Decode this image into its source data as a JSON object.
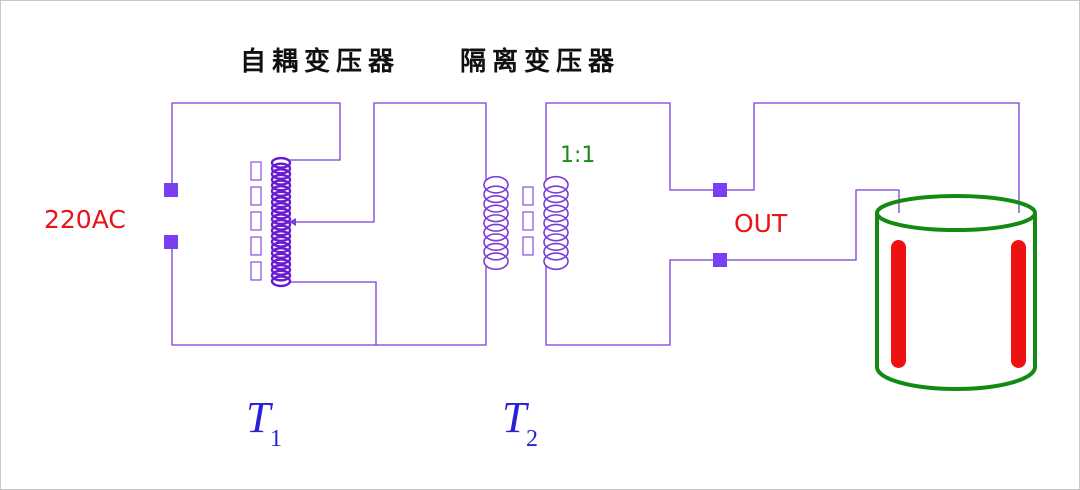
{
  "labels": {
    "autotransformer": "自耦变压器",
    "isolation_transformer": "隔离变压器",
    "input": "220AC",
    "ratio": "1:1",
    "output": "OUT",
    "t1_letter": "T",
    "t1_sub": "1",
    "t2_letter": "T",
    "t2_sub": "2"
  },
  "colors": {
    "wire": "#7a3dd8",
    "terminal": "#7a3ff0",
    "text_red": "#e8141a",
    "text_green": "#1a8a1a",
    "text_blue": "#2a22d8",
    "vessel_outline": "#138a13",
    "electrode": "#ee1111"
  }
}
